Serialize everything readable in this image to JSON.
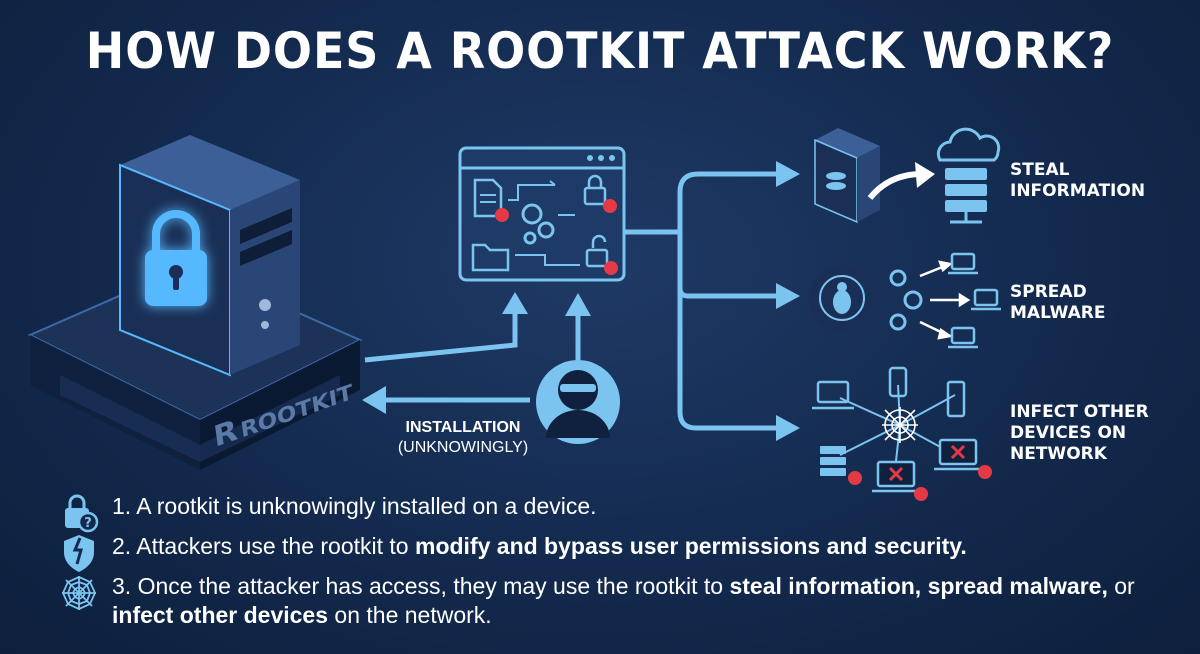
{
  "title": "HOW DOES A ROOTKIT ATTACK WORK?",
  "device_brand": "ROOTKIT",
  "installation": {
    "line1": "INSTALLATION",
    "line2": "(UNKNOWINGLY)"
  },
  "outcomes": [
    {
      "line1": "STEAL",
      "line2": "INFORMATION",
      "line3": ""
    },
    {
      "line1": "SPREAD",
      "line2": "MALWARE",
      "line3": ""
    },
    {
      "line1": "INFECT OTHER",
      "line2": "DEVICES ON",
      "line3": "NETWORK"
    }
  ],
  "steps": [
    {
      "parts": [
        "1. A rootkit is unknowingly installed on a device."
      ],
      "icon": "lock-question-icon"
    },
    {
      "parts": [
        "2. Attackers use the rootkit to ",
        "modify and bypass user permissions and security."
      ],
      "icon": "broken-shield-icon"
    },
    {
      "parts": [
        "3. Once the attacker has access, they may use the rootkit to ",
        "steal information, spread malware,",
        " or ",
        "infect other devices",
        " on the network."
      ],
      "icon": "spider-web-icon"
    }
  ],
  "colors": {
    "background": "#132a4e",
    "accent": "#7cc4f0",
    "glow": "#57b8ff",
    "danger": "#e53945"
  }
}
